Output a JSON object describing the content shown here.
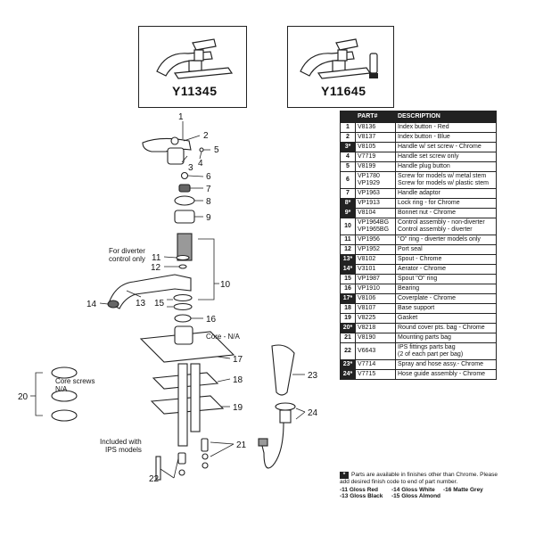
{
  "models": [
    {
      "label": "Y11345"
    },
    {
      "label": "Y11645"
    }
  ],
  "callouts": {
    "c1": "1",
    "c2": "2",
    "c3": "3",
    "c4": "4",
    "c5": "5",
    "c6": "6",
    "c7": "7",
    "c8": "8",
    "c9": "9",
    "c10": "10",
    "c11": "11",
    "c12": "12",
    "c13": "13",
    "c14": "14",
    "c15": "15",
    "c16": "16",
    "c17": "17",
    "c18": "18",
    "c19": "19",
    "c20": "20",
    "c21": "21",
    "c22": "22",
    "c23": "23",
    "c24": "24"
  },
  "notes": {
    "diverter_line1": "For diverter",
    "diverter_line2": "control only",
    "core_na": "Core - N/A",
    "core_screws_1": "Core screws",
    "core_screws_2": "N/A",
    "ips_1": "Included with",
    "ips_2": "IPS models"
  },
  "table": {
    "headers": [
      "",
      "PART#",
      "DESCRIPTION"
    ],
    "rows": [
      {
        "num": "1",
        "star": false,
        "part": "V8136",
        "desc": "Index button - Red"
      },
      {
        "num": "2",
        "star": false,
        "part": "V8137",
        "desc": "Index button - Blue"
      },
      {
        "num": "3*",
        "star": true,
        "part": "V8105",
        "desc": "Handle w/ set screw - Chrome"
      },
      {
        "num": "4",
        "star": false,
        "part": "V7719",
        "desc": "Handle set screw only"
      },
      {
        "num": "5",
        "star": false,
        "part": "V8199",
        "desc": "Handle plug button"
      },
      {
        "num": "6",
        "star": false,
        "part": "VP1780\nVP1929",
        "desc": "Screw for models w/ metal stem\nScrew for models w/ plastic stem"
      },
      {
        "num": "7",
        "star": false,
        "part": "VP1963",
        "desc": "Handle adaptor"
      },
      {
        "num": "8*",
        "star": true,
        "part": "VP1913",
        "desc": "Lock ring - for Chrome"
      },
      {
        "num": "9*",
        "star": true,
        "part": "V8104",
        "desc": "Bonnet nut - Chrome"
      },
      {
        "num": "10",
        "star": false,
        "part": "VP1964BG\nVP1965BG",
        "desc": "Control assembly - non-diverter\nControl assembly - diverter"
      },
      {
        "num": "11",
        "star": false,
        "part": "VP1956",
        "desc": "\"O\" ring - diverter models only"
      },
      {
        "num": "12",
        "star": false,
        "part": "VP1952",
        "desc": "Port seal"
      },
      {
        "num": "13*",
        "star": true,
        "part": "V8102",
        "desc": "Spout - Chrome"
      },
      {
        "num": "14*",
        "star": true,
        "part": "V3101",
        "desc": "Aerator - Chrome"
      },
      {
        "num": "15",
        "star": false,
        "part": "VP1987",
        "desc": "Spout \"O\" ring"
      },
      {
        "num": "16",
        "star": false,
        "part": "VP1910",
        "desc": "Bearing"
      },
      {
        "num": "17*",
        "star": true,
        "part": "V8106",
        "desc": "Coverplate - Chrome"
      },
      {
        "num": "18",
        "star": false,
        "part": "V8107",
        "desc": "Base support"
      },
      {
        "num": "19",
        "star": false,
        "part": "V8225",
        "desc": "Gasket"
      },
      {
        "num": "20*",
        "star": true,
        "part": "V8218",
        "desc": "Round cover pts. bag - Chrome"
      },
      {
        "num": "21",
        "star": false,
        "part": "V8190",
        "desc": "Mounting parts bag"
      },
      {
        "num": "22",
        "star": false,
        "part": "V6643",
        "desc": "IPS fittings parts bag\n(2 of each part per bag)"
      },
      {
        "num": "23*",
        "star": true,
        "part": "V7714",
        "desc": "Spray and hose assy.- Chrome"
      },
      {
        "num": "24*",
        "star": true,
        "part": "V7715",
        "desc": "Hose guide assembly - Chrome"
      }
    ]
  },
  "footnote": {
    "star": "*",
    "text": "Parts are available in finishes other than Chrome. Please add desired finish code to end of part number.",
    "finishes": [
      "-11 Gloss Red",
      "-14 Gloss White",
      "-16 Matte Grey",
      "-13 Gloss Black",
      "-15 Gloss Almond"
    ]
  }
}
